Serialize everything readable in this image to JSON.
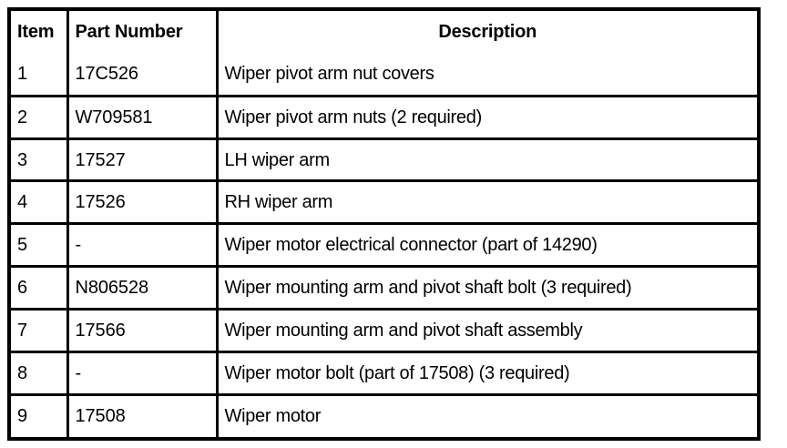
{
  "table": {
    "columns": [
      {
        "key": "item",
        "label": "Item",
        "align": "left"
      },
      {
        "key": "part_number",
        "label": "Part Number",
        "align": "left"
      },
      {
        "key": "description",
        "label": "Description",
        "align": "center"
      }
    ],
    "rows": [
      {
        "item": "1",
        "part_number": "17C526",
        "description": "Wiper pivot arm nut covers"
      },
      {
        "item": "2",
        "part_number": "W709581",
        "description": "Wiper pivot arm nuts (2 required)"
      },
      {
        "item": "3",
        "part_number": "17527",
        "description": "LH wiper arm"
      },
      {
        "item": "4",
        "part_number": "17526",
        "description": "RH wiper arm"
      },
      {
        "item": "5",
        "part_number": "-",
        "description": "Wiper motor electrical connector (part of 14290)"
      },
      {
        "item": "6",
        "part_number": "N806528",
        "description": "Wiper mounting arm and pivot shaft bolt (3 required)"
      },
      {
        "item": "7",
        "part_number": "17566",
        "description": "Wiper mounting arm and pivot shaft assembly"
      },
      {
        "item": "8",
        "part_number": "-",
        "description": "Wiper motor bolt (part of 17508) (3 required)"
      },
      {
        "item": "9",
        "part_number": "17508",
        "description": "Wiper motor"
      }
    ]
  },
  "style": {
    "border_color": "#000000",
    "text_color": "#000000",
    "background": "#ffffff"
  }
}
